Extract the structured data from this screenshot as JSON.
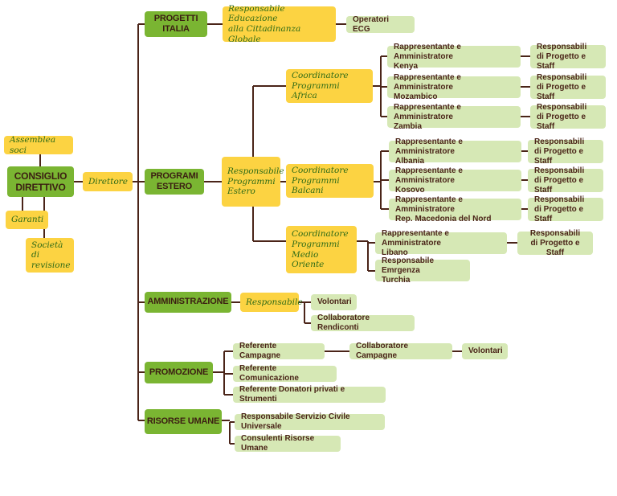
{
  "nodes": {
    "assemblea": "Assemblea soci",
    "consiglio_1": "CONSIGLIO",
    "consiglio_2": "DIRETTIVO",
    "garanti": "Garanti",
    "societa_1": "Società di",
    "societa_2": "revisione",
    "direttore": "Direttore",
    "progetti_italia_1": "PROGETTI",
    "progetti_italia_2": "ITALIA",
    "resp_ecg_1": "Responsabile Educazione",
    "resp_ecg_2": "alla Cittadinanza Globale",
    "operatori_ecg": "Operatori ECG",
    "programi_estero_1": "PROGRAMI",
    "programi_estero_2": "ESTERO",
    "resp_prog_estero_1": "Responsabile",
    "resp_prog_estero_2": "Programmi",
    "resp_prog_estero_3": "Estero",
    "coord_africa_1": "Coordinatore",
    "coord_africa_2": "Programmi Africa",
    "coord_balcani_1": "Coordinatore",
    "coord_balcani_2": "Programmi Balcani",
    "coord_mo_1": "Coordinatore",
    "coord_mo_2": "Programmi",
    "coord_mo_3": "Medio Oriente",
    "rappr_label": "Rappresentante e Amministratore",
    "kenya": "Kenya",
    "mozambico": "Mozambico",
    "zambia": "Zambia",
    "albania": "Albania",
    "kosovo": "Kosovo",
    "macedonia": "Rep. Macedonia del Nord",
    "libano": "Libano",
    "resp_staff_1": "Responsabili",
    "resp_staff_2": "di Progetto e Staff",
    "emergenza_1": "Responsabile Emrgenza",
    "emergenza_2": "Turchia",
    "amministrazione": "AMMINISTRAZIONE",
    "responsabile": "Responsabile",
    "volontari": "Volontari",
    "collab_rendiconti": "Collaboratore Rendiconti",
    "promozione": "PROMOZIONE",
    "ref_campagne": "Referente Campagne",
    "collab_campagne": "Collaboratore Campagne",
    "ref_comunicazione": "Referente Comunicazione",
    "ref_donatori": "Referente Donatori privati e Strumenti",
    "risorse_umane": "RISORSE UMANE",
    "resp_servizio_civile": "Responsabile Servizio Civile Universale",
    "consulenti_ru": "Consulenti Risorse Umane"
  },
  "colors": {
    "green": "#7ab532",
    "yellow": "#fcd342",
    "light_green": "#d6e8b5",
    "connector": "#4a2418"
  }
}
